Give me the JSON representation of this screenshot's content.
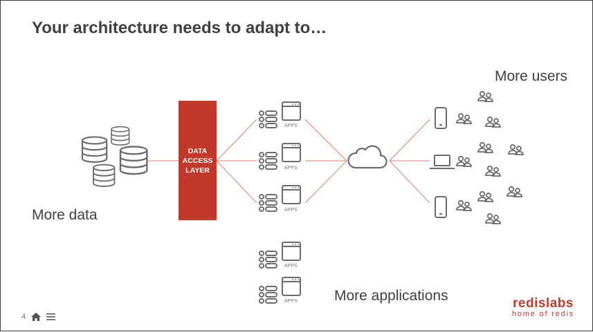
{
  "slide": {
    "title": "Your architecture needs to adapt to…",
    "page_number": "4"
  },
  "labels": {
    "more_users": "More users",
    "more_data": "More data",
    "more_applications": "More applications",
    "data_access_layer": "DATA\nACCESS\nLAYER",
    "apps": "APPS"
  },
  "logo": {
    "brand": "redislabs",
    "tagline": "home of redis"
  },
  "icons": {
    "database": "database-icon",
    "app": "app-server-icon",
    "cloud": "cloud-icon",
    "phone": "phone-icon",
    "laptop": "laptop-icon",
    "users": "users-icon",
    "home": "home-icon",
    "menu": "menu-icon"
  },
  "colors": {
    "accent": "#c0392b",
    "connector": "#d9826f",
    "icon": "#6b6b6b",
    "text": "#404040"
  }
}
